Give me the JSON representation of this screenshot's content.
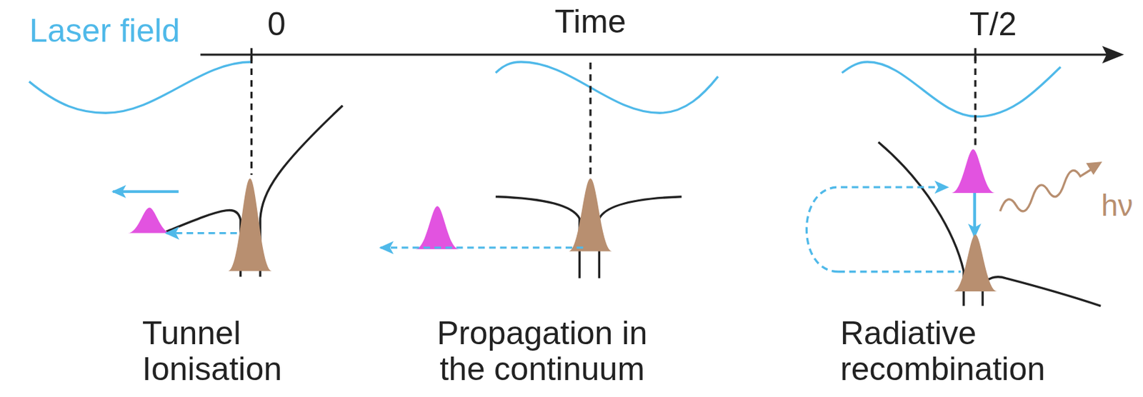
{
  "diagram": {
    "labels": [
      "Laser field",
      "0",
      "Time",
      "T/2",
      "Tunnel Ionisation",
      "Propagation in the continuum",
      "Radiative recombination",
      "hν"
    ]
  }
}
